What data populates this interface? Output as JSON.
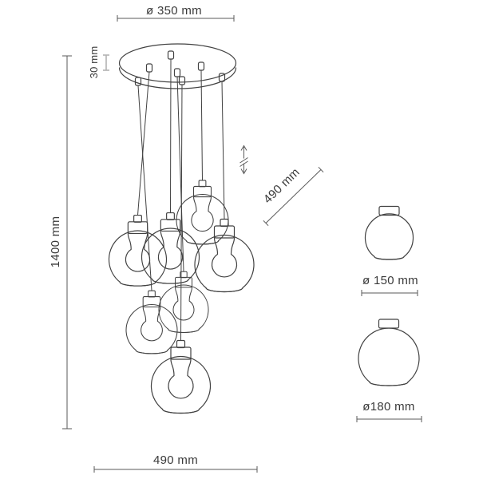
{
  "diagram": {
    "kind": "pendant-lamp-dimension-drawing",
    "colors": {
      "background": "#ffffff",
      "line": "#414141",
      "dimension_line": "#5a5a5a",
      "light_dimension_line": "#b3b3b3",
      "text": "#3a3a3a"
    },
    "labels": {
      "canopy_diameter": "ø 350 mm",
      "canopy_height": "30 mm",
      "total_height": "1400 mm",
      "cord_drop": "490 mm",
      "cluster_width": "490 mm",
      "shade_small_diameter": "ø 150 mm",
      "shade_large_diameter": "ø180 mm"
    },
    "icons": {
      "height_adjustable_icon": "double-headed arrow with break slashes"
    },
    "counts": {
      "pendants_in_cluster": 7,
      "canopy_cord_grips": 7,
      "detail_shades": 2
    }
  }
}
